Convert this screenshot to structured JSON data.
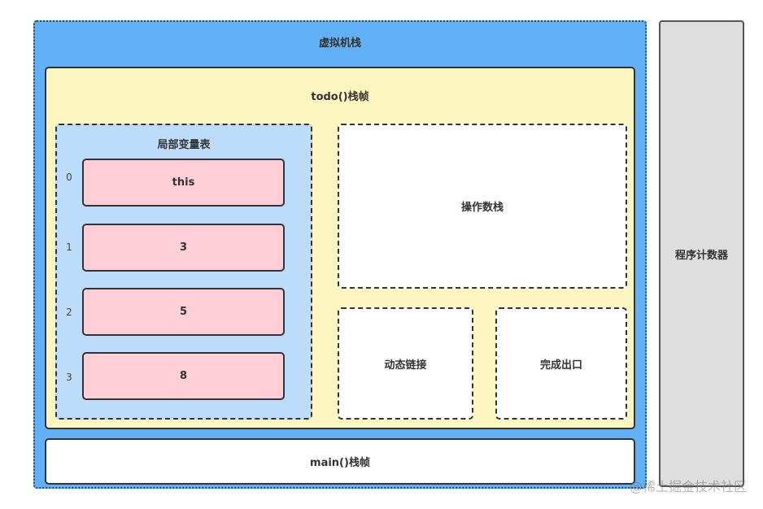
{
  "vm_stack": {
    "title": "虚拟机栈"
  },
  "program_counter": {
    "title": "程序计数器"
  },
  "todo_frame": {
    "title": "todo()栈帧",
    "local_variable_table": {
      "title": "局部变量表",
      "slots": [
        {
          "index": "0",
          "value": "this"
        },
        {
          "index": "1",
          "value": "3"
        },
        {
          "index": "2",
          "value": "5"
        },
        {
          "index": "3",
          "value": "8"
        }
      ]
    },
    "operand_stack": {
      "title": "操作数栈"
    },
    "dynamic_linking": {
      "title": "动态链接"
    },
    "return_address": {
      "title": "完成出口"
    }
  },
  "main_frame": {
    "title": "main()栈帧"
  },
  "watermark": "@稀土掘金技术社区",
  "colors": {
    "vm_stack_fill": "#62b0f5",
    "frame_fill": "#fdf6c0",
    "local_vars_fill": "#bcdcfa",
    "slot_fill": "#ffced6",
    "pc_fill": "#dedede"
  }
}
